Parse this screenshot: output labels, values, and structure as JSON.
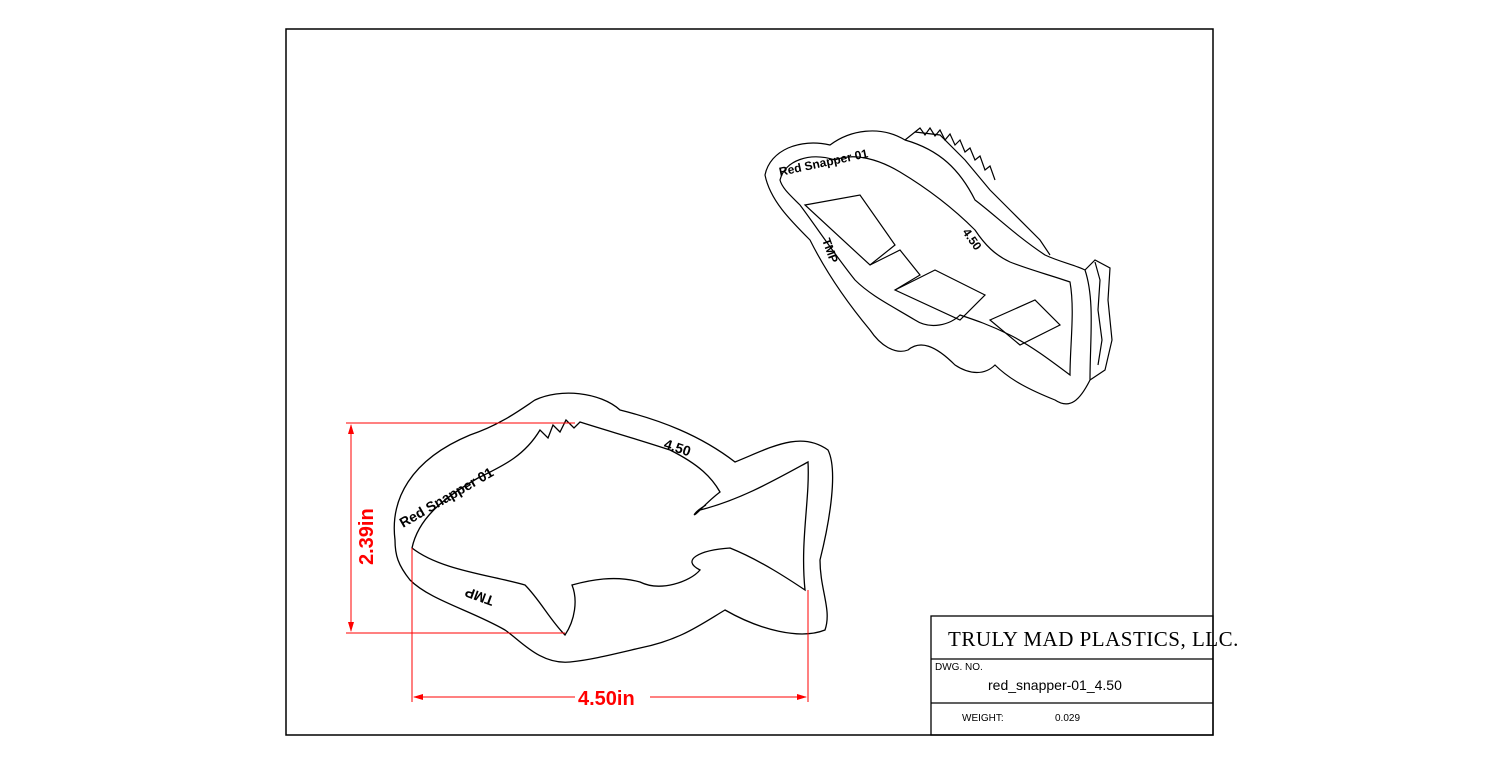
{
  "title_block": {
    "company": "TRULY MAD PLASTICS, LLC.",
    "dwg_no_label": "DWG.  NO.",
    "dwg_no_value": "red_snapper-01_4.50",
    "weight_label": "WEIGHT:",
    "weight_value": "0.029"
  },
  "cutter": {
    "name_text": "Red Snapper  01",
    "size_text": "4.50",
    "maker_text": "TMP"
  },
  "dimensions": {
    "height_label": "2.39in",
    "width_label": "4.50in"
  },
  "colors": {
    "line": "#000000",
    "dimension": "#ff0000",
    "background": "#ffffff"
  }
}
